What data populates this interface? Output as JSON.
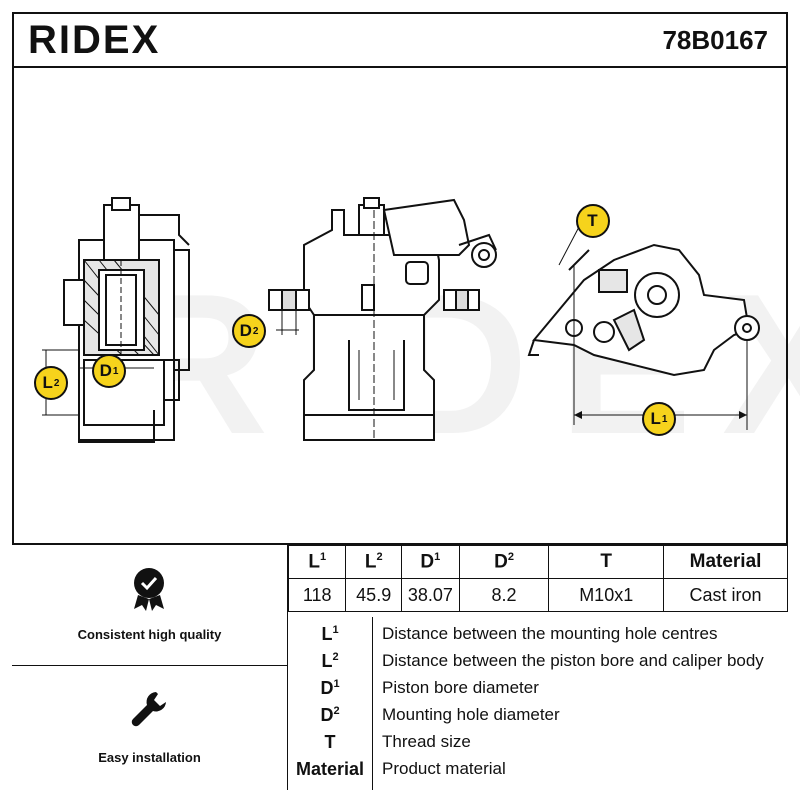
{
  "header": {
    "brand": "RIDEX",
    "part_number": "78B0167"
  },
  "watermark": "RIDEX",
  "callouts": {
    "l1": {
      "letter": "L",
      "sup": "1"
    },
    "l2": {
      "letter": "L",
      "sup": "2"
    },
    "d1": {
      "letter": "D",
      "sup": "1"
    },
    "d2": {
      "letter": "D",
      "sup": "2"
    },
    "t": {
      "letter": "T",
      "sup": ""
    }
  },
  "features": [
    {
      "icon": "quality-check-icon",
      "label": "Consistent high quality"
    },
    {
      "icon": "wrench-icon",
      "label": "Easy installation"
    }
  ],
  "specs": {
    "headers": [
      {
        "letter": "L",
        "sup": "1"
      },
      {
        "letter": "L",
        "sup": "2"
      },
      {
        "letter": "D",
        "sup": "1"
      },
      {
        "letter": "D",
        "sup": "2"
      },
      {
        "letter": "T",
        "sup": ""
      },
      {
        "letter": "Material",
        "sup": ""
      }
    ],
    "values": [
      "118",
      "45.9",
      "38.07",
      "8.2",
      "M10x1",
      "Cast iron"
    ]
  },
  "legend": [
    {
      "key": "L",
      "sup": "1",
      "desc": "Distance between the mounting hole centres"
    },
    {
      "key": "L",
      "sup": "2",
      "desc": "Distance between the piston bore and caliper body"
    },
    {
      "key": "D",
      "sup": "1",
      "desc": "Piston bore diameter"
    },
    {
      "key": "D",
      "sup": "2",
      "desc": "Mounting hole diameter"
    },
    {
      "key": "T",
      "sup": "",
      "desc": "Thread size"
    },
    {
      "key": "Material",
      "sup": "",
      "desc": "Product material"
    }
  ],
  "colors": {
    "accent": "#f6d31c",
    "ink": "#111111"
  }
}
